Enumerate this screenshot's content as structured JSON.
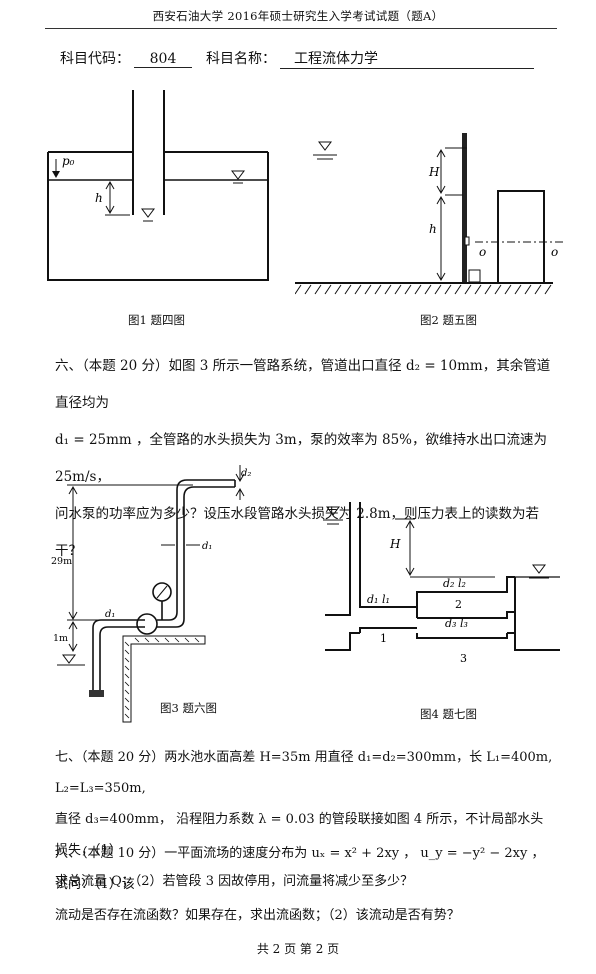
{
  "header": {
    "title": "西安石油大学 2016年硕士研究生入学考试试题（题A）"
  },
  "subject": {
    "code_label": "科目代码：",
    "code": "804",
    "name_label": "科目名称：",
    "name": "工程流体力学"
  },
  "fig1": {
    "caption": "图1 题四图",
    "p0": "p₀",
    "h": "h"
  },
  "fig2": {
    "caption": "图2 题五图",
    "H": "H",
    "h": "h",
    "o_left": "o",
    "o_right": "o"
  },
  "q6": {
    "line1": "六、（本题 20 分）如图 3 所示一管路系统，管道出口直径 d₂ = 10mm，其余管道直径均为",
    "line2": "d₁ = 25mm ，全管路的水头损失为 3m，泵的效率为 85%，欲维持水出口流速为 25m/s，",
    "line3": "问水泵的功率应为多少？设压水段管路水头损失为 2.8m，则压力表上的读数为若干？"
  },
  "fig3": {
    "caption": "图3 题六图",
    "d2": "d₂",
    "d1_top": "d₁",
    "d1_low": "d₁",
    "h29": "29m",
    "h1": "1m"
  },
  "fig4": {
    "caption": "图4 题七图",
    "H": "H",
    "d2l2": "d₂ l₂",
    "d1l1": "d₁ l₁",
    "n2": "2",
    "d3l3": "d₃ l₃",
    "n1": "1",
    "n3": "3"
  },
  "q7": {
    "line1": "七、（本题 20 分）两水池水面高差 H=35m 用直径 d₁=d₂=300mm，长 L₁=400m, L₂=L₃=350m,",
    "line2": "直径 d₃=400mm， 沿程阻力系数 λ = 0.03 的管段联接如图 4 所示，不计局部水头损失，（1）",
    "line3": "求总流量 Q；（2）若管段 3 因故停用，问流量将减少至多少？"
  },
  "q8": {
    "line1": "八、（本题 10 分）一平面流场的速度分布为 uₓ = x² + 2xy ， u_y = −y² − 2xy ，试问：（1）该",
    "line2": "流动是否存在流函数？如果存在，求出流函数；（2）该流动是否有势？"
  },
  "footer": {
    "text": "共 2 页      第 2 页"
  }
}
